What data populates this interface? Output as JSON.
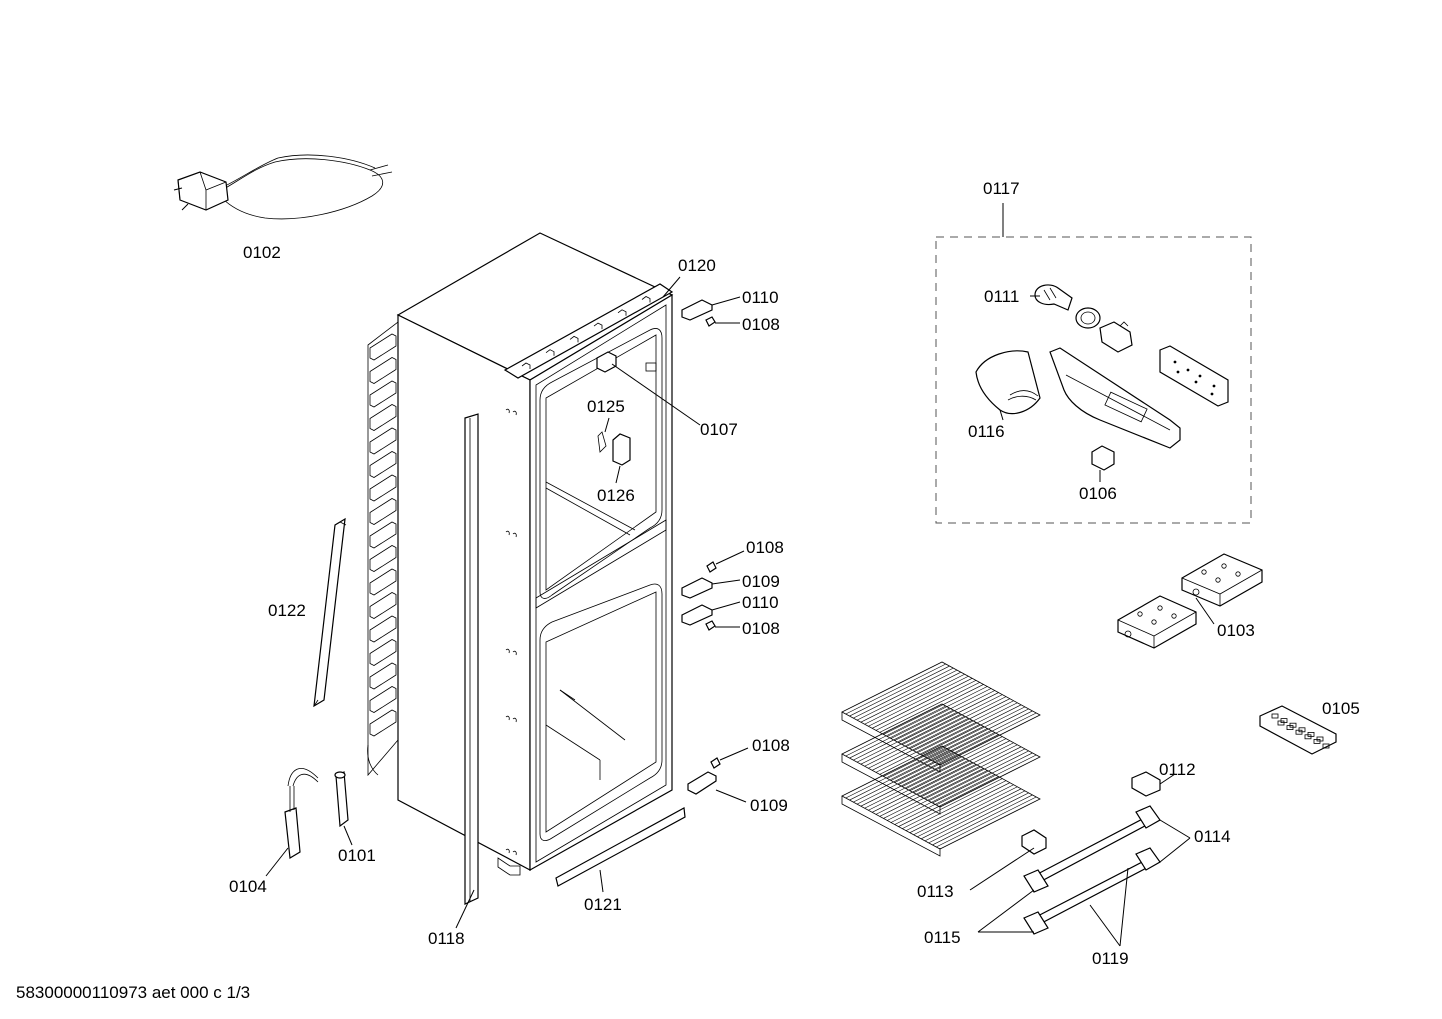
{
  "labels": {
    "p0102": "0102",
    "p0120": "0120",
    "p0110a": "0110",
    "p0108a": "0108",
    "p0107": "0107",
    "p0125": "0125",
    "p0126": "0126",
    "p0108b": "0108",
    "p0109a": "0109",
    "p0110b": "0110",
    "p0108c": "0108",
    "p0122": "0122",
    "p0108d": "0108",
    "p0109b": "0109",
    "p0101": "0101",
    "p0104": "0104",
    "p0121": "0121",
    "p0118": "0118",
    "p0117": "0117",
    "p0111": "0111",
    "p0116": "0116",
    "p0106": "0106",
    "p0103": "0103",
    "p0105": "0105",
    "p0112": "0112",
    "p0114": "0114",
    "p0113": "0113",
    "p0115": "0115",
    "p0119": "0119"
  },
  "footer": "58300000110973 aet 000 c 1/3"
}
